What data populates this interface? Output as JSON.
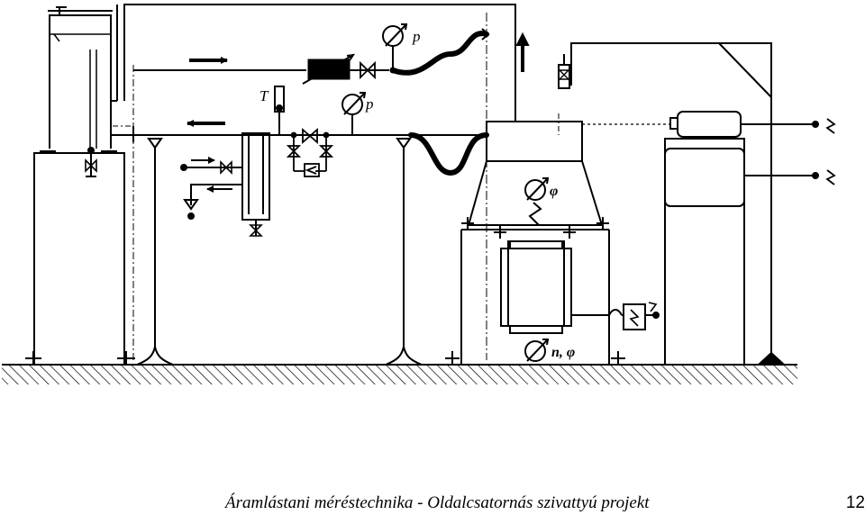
{
  "labels": {
    "pressure_top": "p",
    "pressure_mid": "p",
    "temperature": "T",
    "angle": "φ",
    "speed_angle": "n, φ"
  },
  "footer": {
    "title": "Áramlástani méréstechnika - Oldalcsatornás szivattyú projekt",
    "page_number": "12"
  }
}
